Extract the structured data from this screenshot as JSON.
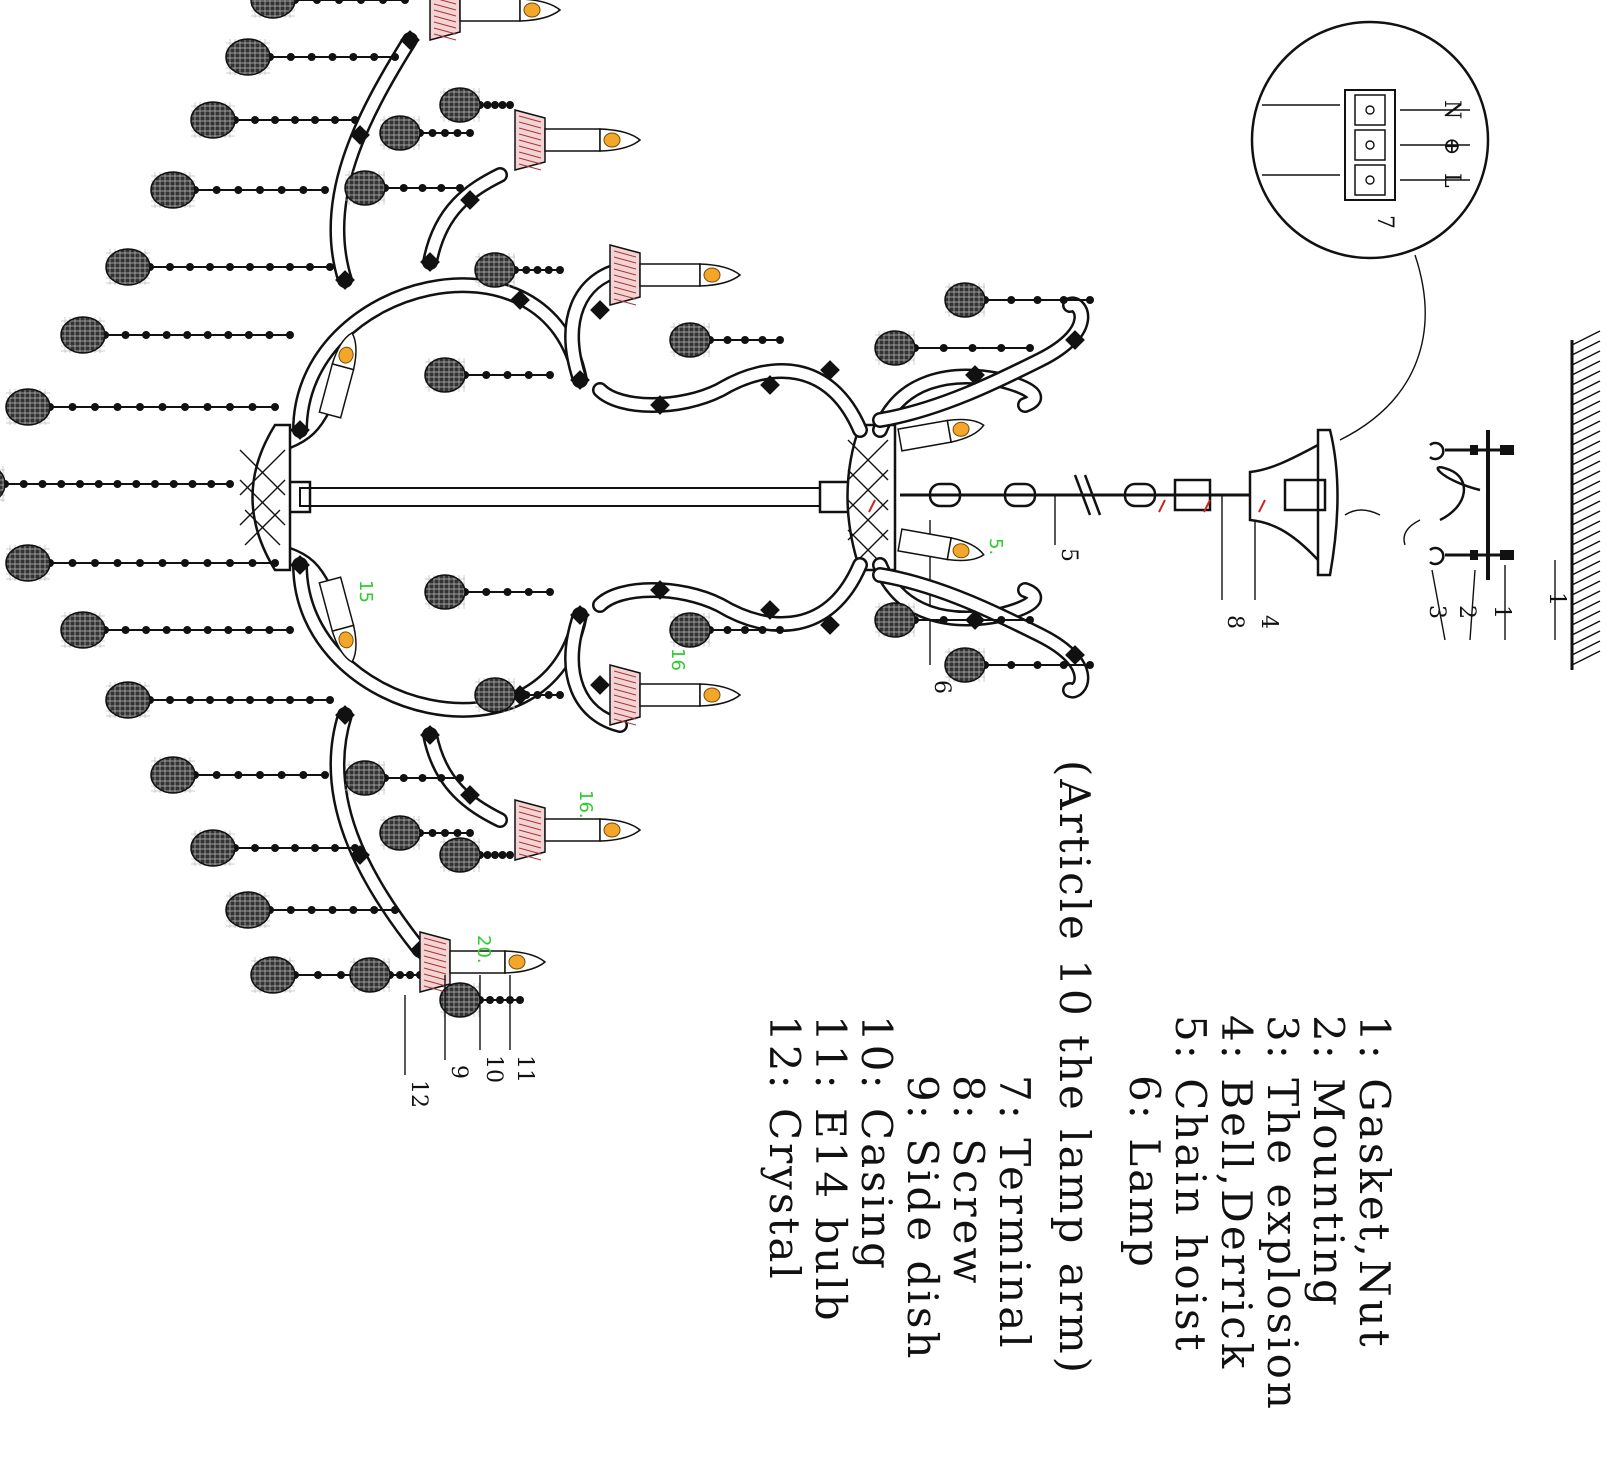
{
  "legend": {
    "items": [
      "1: Gasket,Nut",
      "2: Mounting",
      "3: The explosion",
      "4: Bell,Derrick",
      "5: Chain hoist",
      "6: Lamp",
      "(Article 10 the lamp arm)",
      "7: Terminal",
      "8: Screw",
      "9: Side dish",
      "10: Casing",
      "11: E14 bulb",
      "12: Crystal"
    ]
  },
  "callouts": {
    "ceiling_1": "1",
    "mount_1": "1",
    "mount_2": "2",
    "mount_3": "3",
    "bell_4": "4",
    "screw_8": "8",
    "chain_5": "5",
    "body_6": "6",
    "terminal_7": "7",
    "arm_11": "11",
    "arm_10": "10",
    "arm_9": "9",
    "arm_12": "12"
  },
  "green_labels": {
    "g_a": "5.",
    "g_b": "15",
    "g_c": "16",
    "g_d": "16.",
    "g_e": "20."
  },
  "terminal_letters": [
    "N",
    "⊕",
    "L"
  ],
  "colors": {
    "ink": "#111111",
    "flame": "#f2a72b",
    "cup": "#f3d4d4",
    "green": "#2fcc2f"
  }
}
